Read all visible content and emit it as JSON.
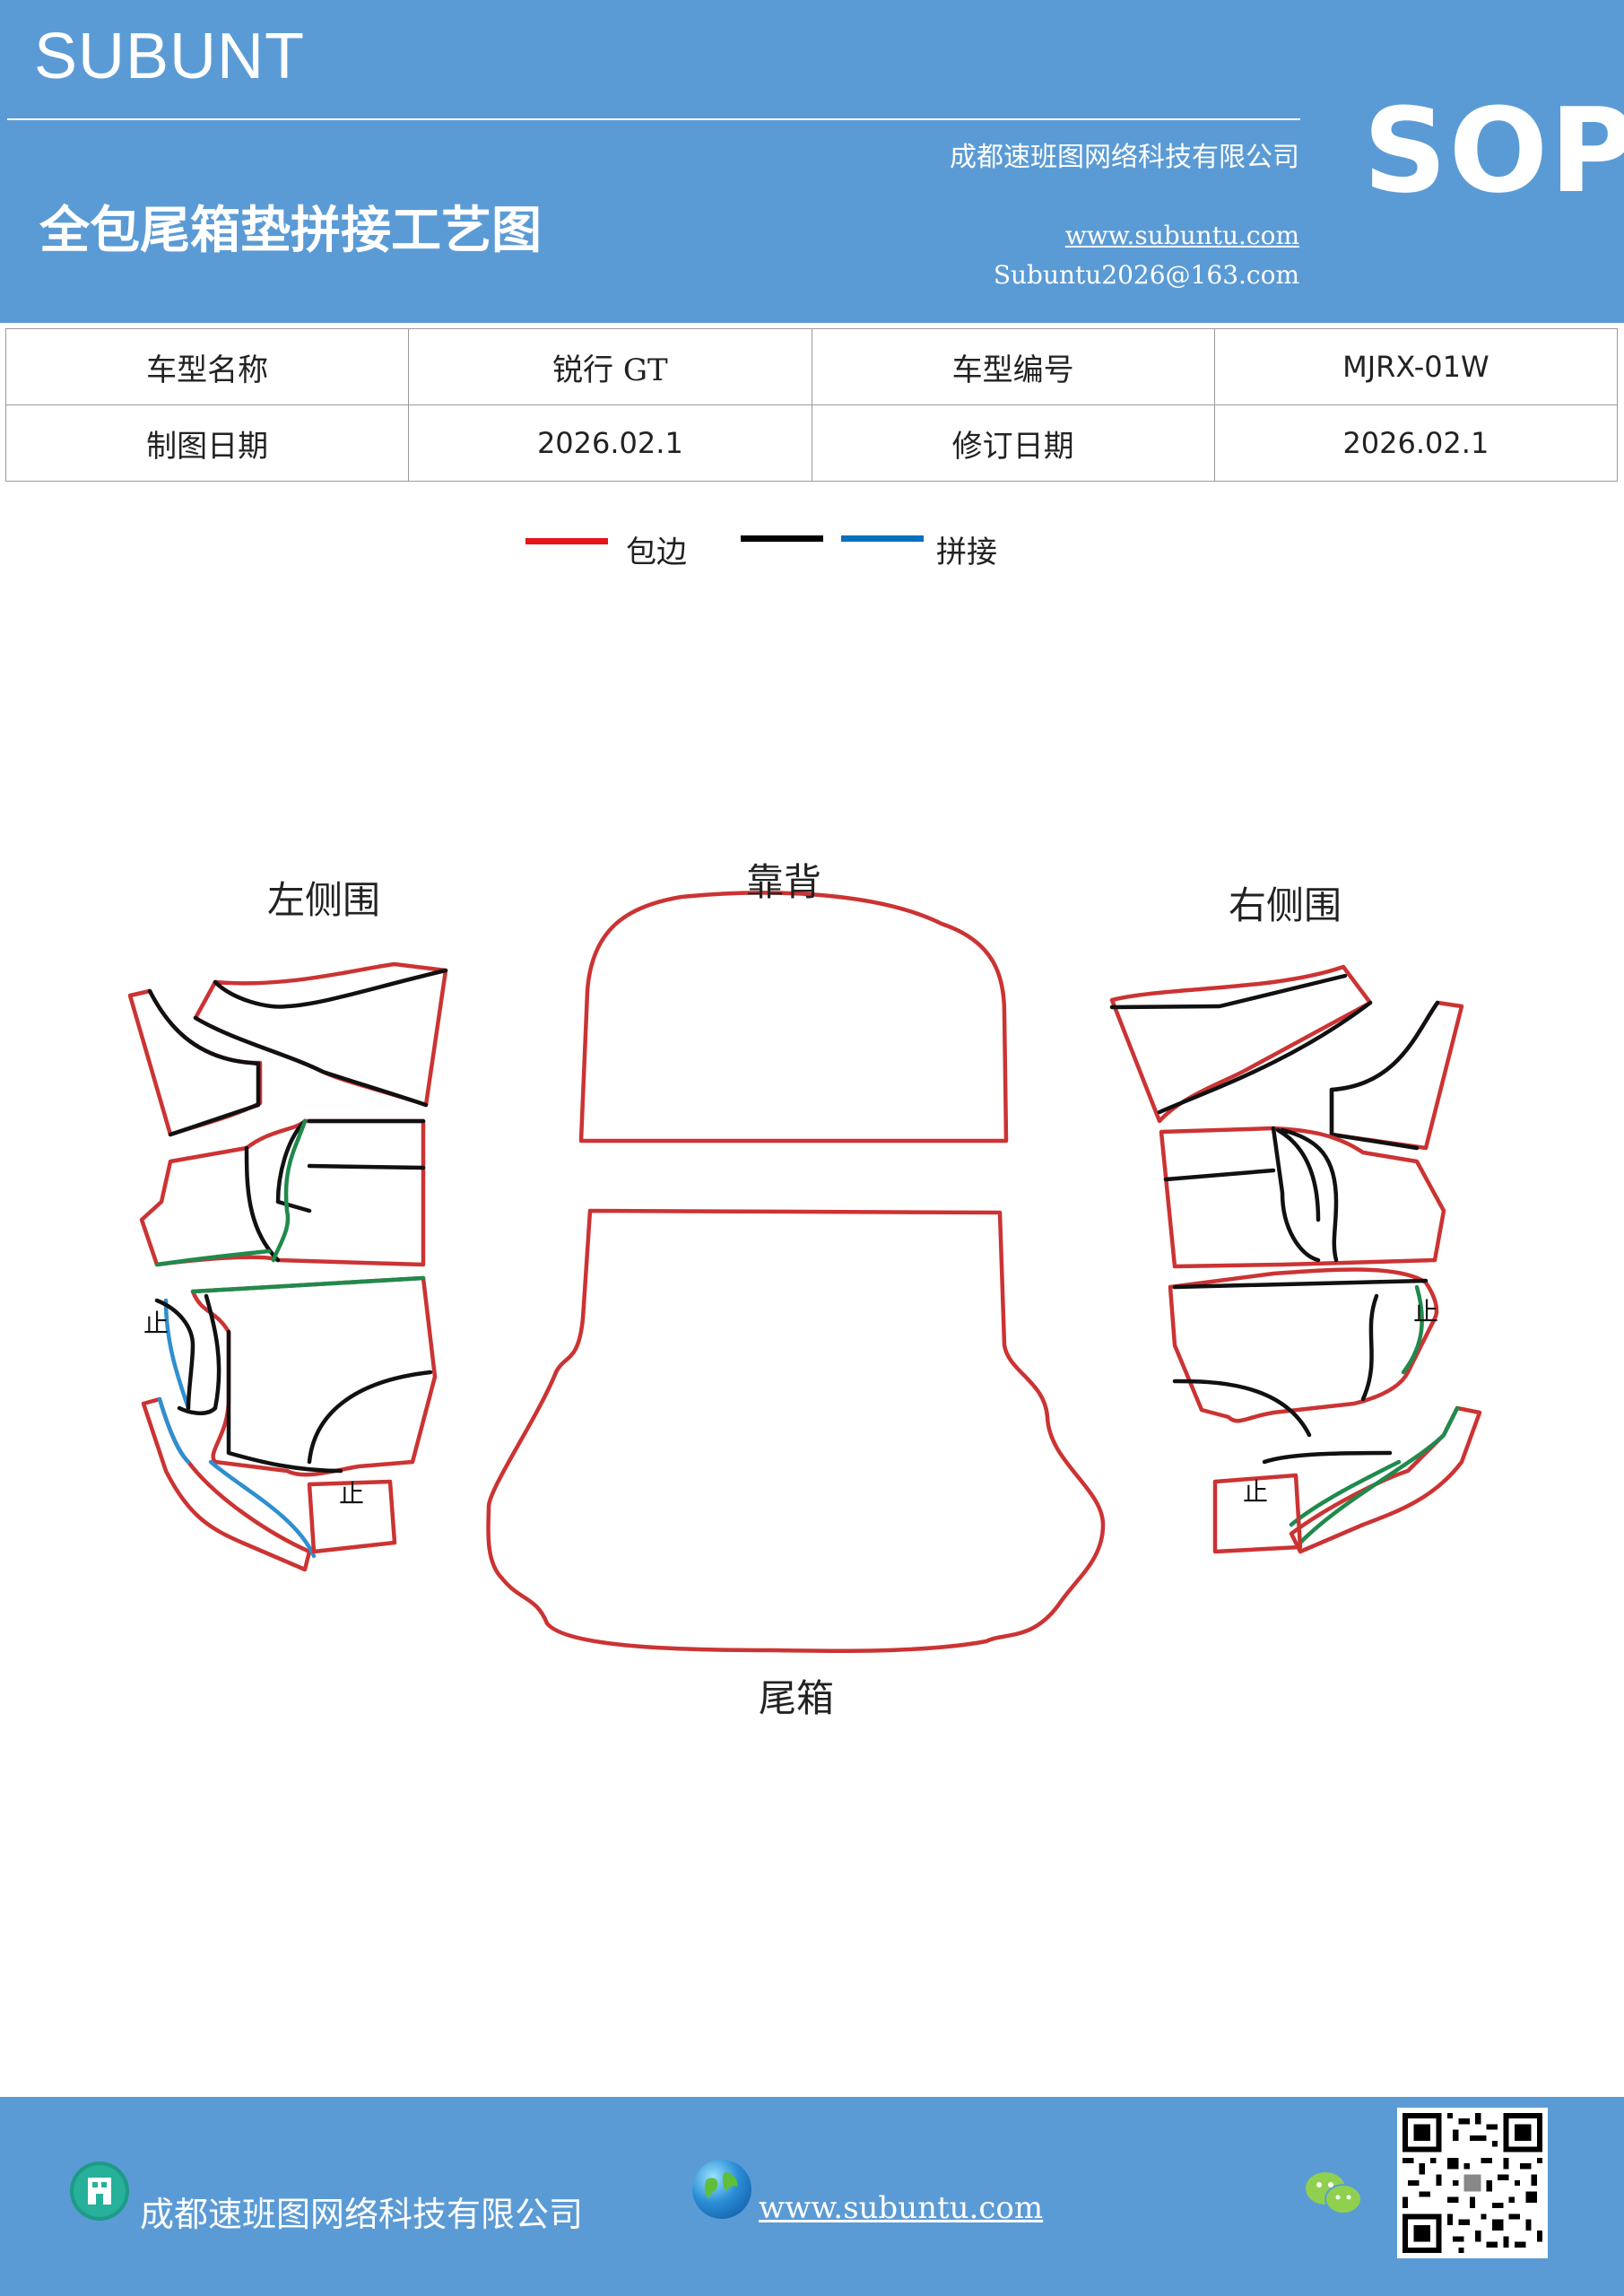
{
  "header": {
    "brand": "SUBUNT",
    "company": "成都速班图网络科技有限公司",
    "title": "全包尾箱垫拼接工艺图",
    "website": "www.subuntu.com",
    "email": "Subuntu2026@163.com",
    "badge": "SOP"
  },
  "info_table": {
    "row1": {
      "label1": "车型名称",
      "value1": "锐行 GT",
      "label2": "车型编号",
      "value2": "MJRX-01W"
    },
    "row2": {
      "label1": "制图日期",
      "value1": "2026.02.1",
      "label2": "修订日期",
      "value2": "2026.02.1"
    }
  },
  "legend": {
    "item1": {
      "label": "包边",
      "color": "#e8141b"
    },
    "item2": {
      "color": "#000000"
    },
    "item3": {
      "label": "拼接",
      "color": "#0070c0"
    }
  },
  "diagram": {
    "left_label": "左侧围",
    "back_label": "靠背",
    "right_label": "右侧围",
    "trunk_label": "尾箱",
    "stop_mark": "止",
    "colors": {
      "edge": "#cc3333",
      "seam": "#111111",
      "splice_blue": "#2f8fd0",
      "splice_green": "#1f8a4c"
    }
  },
  "footer": {
    "company": "成都速班图网络科技有限公司",
    "website": "www.subuntu.com"
  }
}
